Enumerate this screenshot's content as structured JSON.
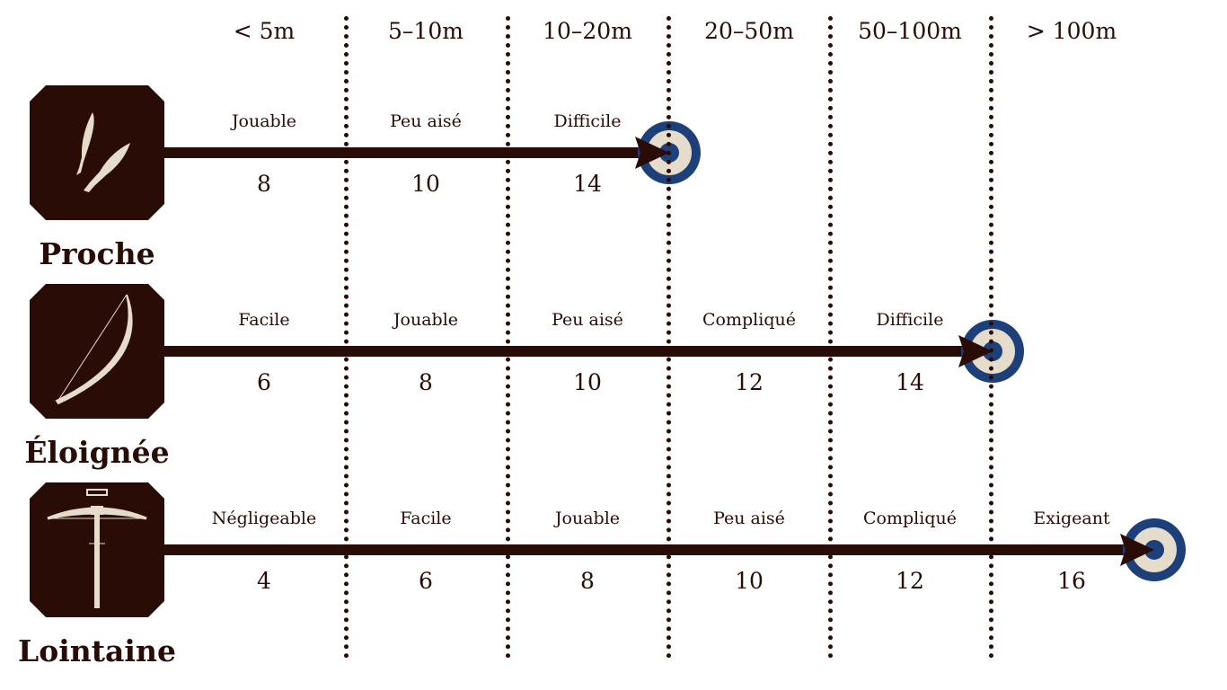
{
  "colors": {
    "dark": "#2a0c06",
    "blue": "#1d3f7a",
    "cream": "#e6dccb"
  },
  "columns": [
    "< 5m",
    "5–10m",
    "10–20m",
    "20–50m",
    "50–100m",
    "> 100m"
  ],
  "rows": [
    {
      "name": "Proche",
      "icon": "daggers-icon",
      "target_column": 3,
      "labels": [
        "Jouable",
        "Peu aisé",
        "Difficile"
      ],
      "values": [
        "8",
        "10",
        "14"
      ]
    },
    {
      "name": "Éloignée",
      "icon": "bow-icon",
      "target_column": 5,
      "labels": [
        "Facile",
        "Jouable",
        "Peu aisé",
        "Compliqué",
        "Difficile"
      ],
      "values": [
        "6",
        "8",
        "10",
        "12",
        "14"
      ]
    },
    {
      "name": "Lointaine",
      "icon": "crossbow-icon",
      "target_column": 6,
      "labels": [
        "Négligeable",
        "Facile",
        "Jouable",
        "Peu aisé",
        "Compliqué",
        "Exigeant"
      ],
      "values": [
        "4",
        "6",
        "8",
        "10",
        "12",
        "16"
      ]
    }
  ]
}
